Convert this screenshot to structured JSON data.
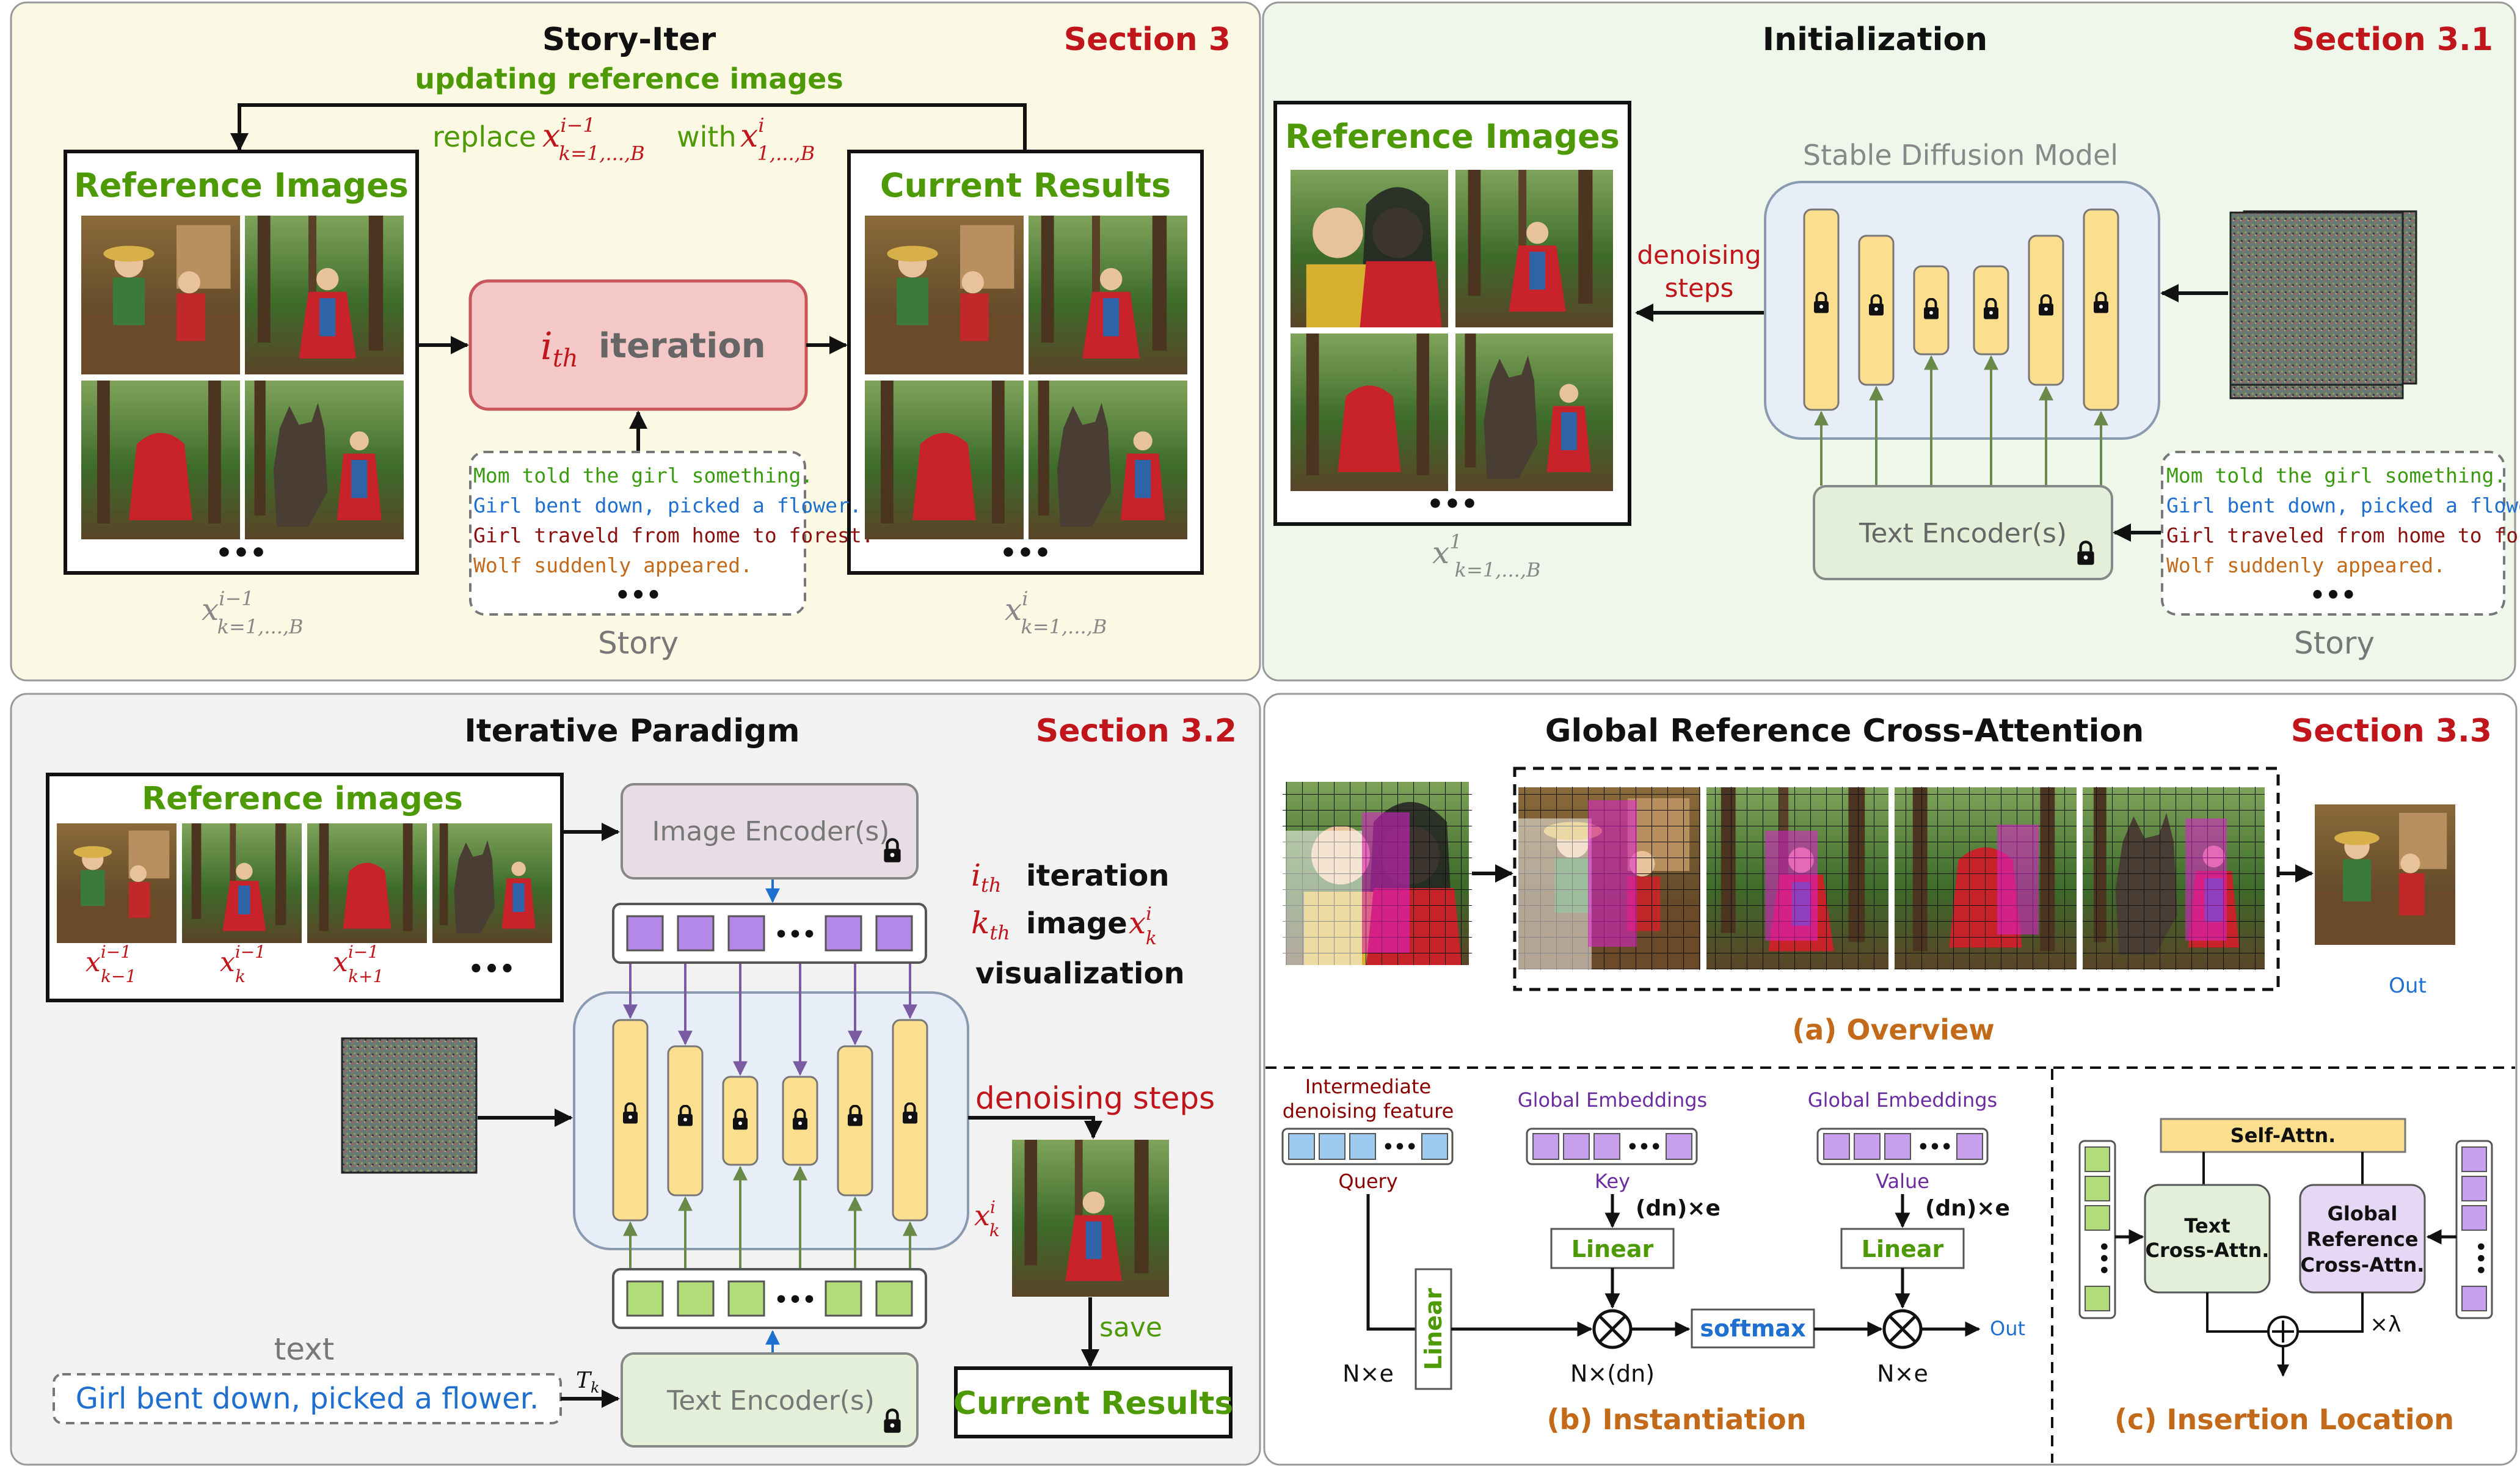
{
  "colors": {
    "red": "#c0151b",
    "green": "#4e9a06",
    "blue": "#1f6fd0",
    "brown": "#b8860b",
    "orange": "#c36a1a",
    "purple": "#6a2ca0",
    "darkred": "#8b0000",
    "gray": "#777777"
  },
  "story_iter": {
    "title": "Story-Iter",
    "section": "Section 3",
    "subtitle": "updating reference images",
    "replace": "replace",
    "replace_with": "with",
    "ref_label": "Reference Images",
    "cur_label": "Current Results",
    "iteration_label": "iteration",
    "story_lines": [
      "Mom told the girl something.",
      "Girl bent down, picked a flower.",
      "Girl traveld from home to forest.",
      "Wolf suddenly appeared."
    ],
    "story_label": "Story",
    "dots": "•••"
  },
  "initialization": {
    "title": "Initialization",
    "section": "Section 3.1",
    "ref_label": "Reference Images",
    "model_label": "Stable Diffusion Model",
    "denoise_1": "denoising",
    "denoise_2": "steps",
    "text_encoder": "Text Encoder(s)",
    "story_lines": [
      "Mom told the girl something.",
      "Girl bent down, picked a flower.",
      "Girl traveled from home to forest.",
      "Wolf suddenly appeared."
    ],
    "story_label": "Story",
    "dots": "•••"
  },
  "iterative": {
    "title": "Iterative Paradigm",
    "section": "Section 3.2",
    "ref_label": "Reference images",
    "image_encoder": "Image Encoder(s)",
    "iteration": "iteration",
    "image": "image",
    "visualization": "visualization",
    "denoising": "denoising steps",
    "save": "save",
    "current": "Current Results",
    "text_label": "text",
    "text_prompt": "Girl bent down, picked a flower.",
    "text_encoder": "Text Encoder(s)",
    "dots": "•••"
  },
  "global_ref": {
    "title": "Global Reference Cross-Attention",
    "section": "Section 3.3",
    "out": "Out",
    "overview": "(a) Overview",
    "instantiation": "(b) Instantiation",
    "insertion": "(c) Insertion Location",
    "intermediate_1": "Intermediate",
    "intermediate_2": "denoising feature",
    "query": "Query",
    "global_emb_key": "Global Embeddings",
    "key": "Key",
    "global_emb_val": "Global Embeddings",
    "value": "Value",
    "dn_e_1": "(dn)×e",
    "dn_e_2": "(dn)×e",
    "linear_v": "Linear",
    "linear_k": "Linear",
    "linear_val": "Linear",
    "softmax": "softmax",
    "out2": "Out",
    "n_e_1": "N×e",
    "n_dn": "N×(dn)",
    "n_e_2": "N×e",
    "self_attn": "Self-Attn.",
    "text_ca_1": "Text",
    "text_ca_2": "Cross-Attn.",
    "global_ca_1": "Global",
    "global_ca_2": "Reference",
    "global_ca_3": "Cross-Attn.",
    "times_lambda": "×λ"
  }
}
